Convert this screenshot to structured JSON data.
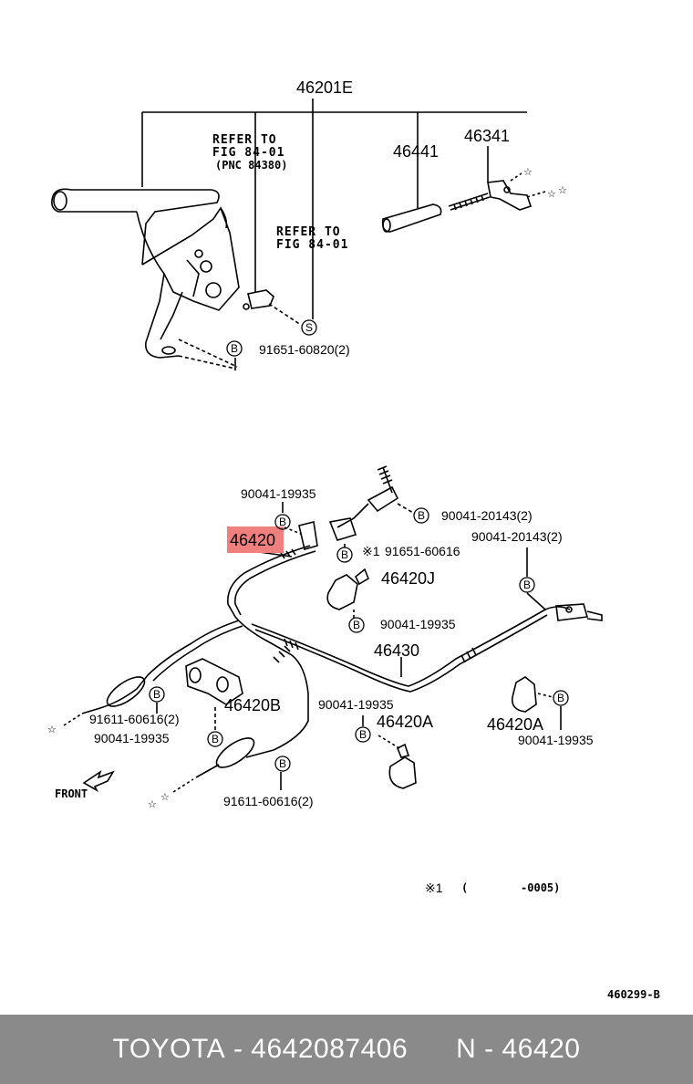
{
  "diagram": {
    "assembly_label": "46201E",
    "refer_1": [
      "REFER TO",
      "FIG  84-01",
      "(PNC  84380)"
    ],
    "refer_2": [
      "REFER TO",
      "FIG  84-01"
    ],
    "parts": {
      "p46441": "46441",
      "p46341": "46341",
      "bolt_upper": "91651-60820(2)",
      "p46420_highlight": "46420",
      "clip_a": "90041-19935",
      "clip_b": "90041-20143(2)",
      "clip_c": "90041-20143(2)",
      "bolt_mid": "91651-60616",
      "p46420J": "46420J",
      "clip_d": "90041-19935",
      "p46430": "46430",
      "p46420B": "46420B",
      "clip_e": "90041-19935",
      "bolt_left": "91611-60616(2)",
      "clip_f": "90041-19935",
      "p46420A_1": "46420A",
      "p46420A_2": "46420A",
      "clip_g": "90041-19935",
      "bolt_bottom": "91611-60616(2)"
    },
    "markers": {
      "b": "B",
      "s": "S",
      "note_mark": "※1"
    },
    "front_label": "FRONT",
    "footnote_mark": "※1",
    "footnote_range": "(        -0005)",
    "diagram_code": "460299-B",
    "highlight_color": "#f08080"
  },
  "footer": {
    "brand": "TOYOTA",
    "sep1": " - ",
    "part_number": "4642087406",
    "gap": "      ",
    "n_label": "N",
    "sep2": " - ",
    "pnc": "46420"
  }
}
